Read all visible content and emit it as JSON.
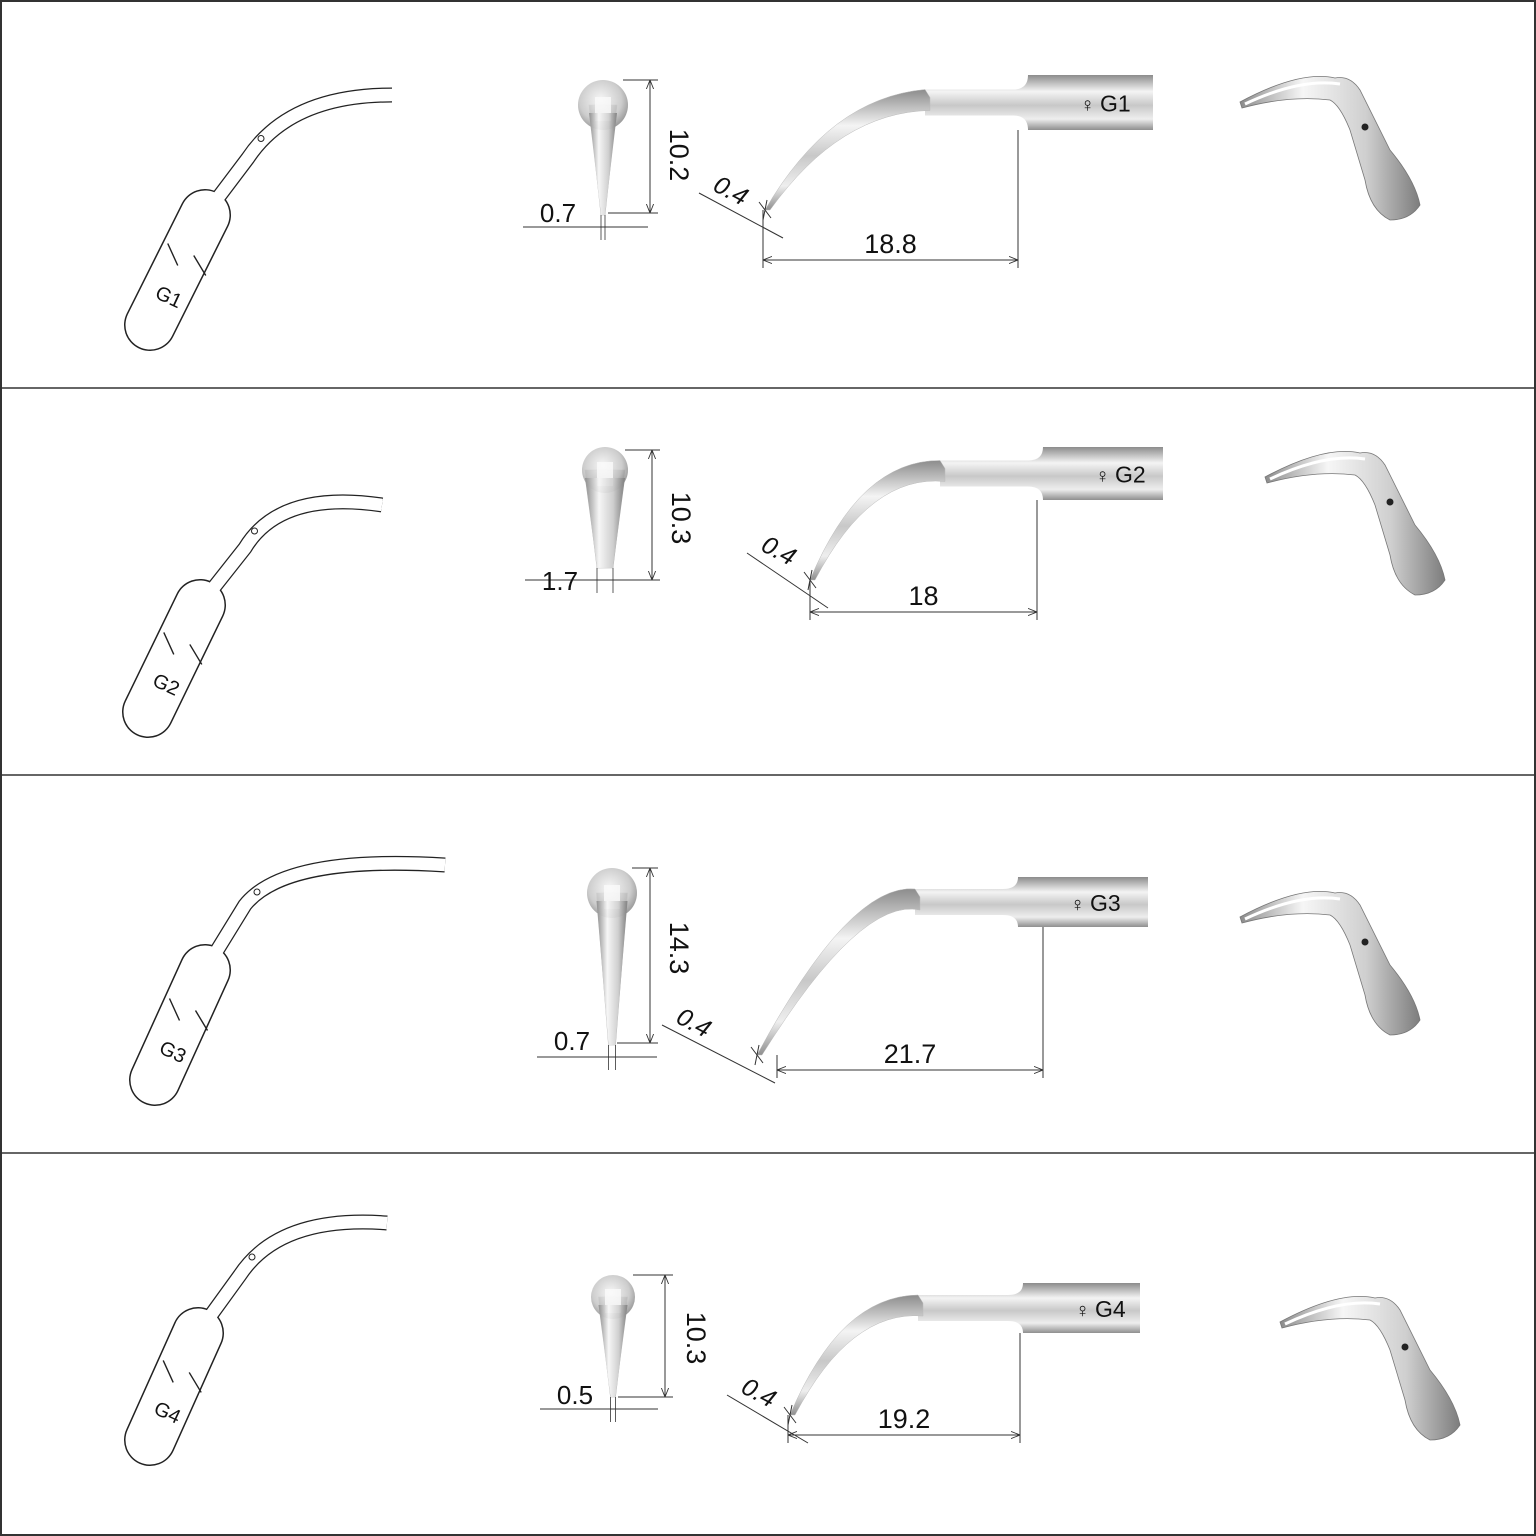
{
  "rows": [
    {
      "model": "G1",
      "head_label": "G1",
      "tip_width": "0.7",
      "tip_height": "10.2",
      "thickness": "0.4",
      "length": "18.8"
    },
    {
      "model": "G2",
      "head_label": "G2",
      "tip_width": "1.7",
      "tip_height": "10.3",
      "thickness": "0.4",
      "length": "18"
    },
    {
      "model": "G3",
      "head_label": "G3",
      "tip_width": "0.7",
      "tip_height": "14.3",
      "thickness": "0.4",
      "length": "21.7"
    },
    {
      "model": "G4",
      "head_label": "G4",
      "tip_width": "0.5",
      "tip_height": "10.3",
      "thickness": "0.4",
      "length": "19.2"
    }
  ],
  "colors": {
    "border": "#333333",
    "metal_light": "#f2f2f2",
    "metal_dark": "#9a9a9a",
    "dimension_line": "#333333"
  },
  "icons": {
    "logo": "woodpecker-logo-icon"
  }
}
